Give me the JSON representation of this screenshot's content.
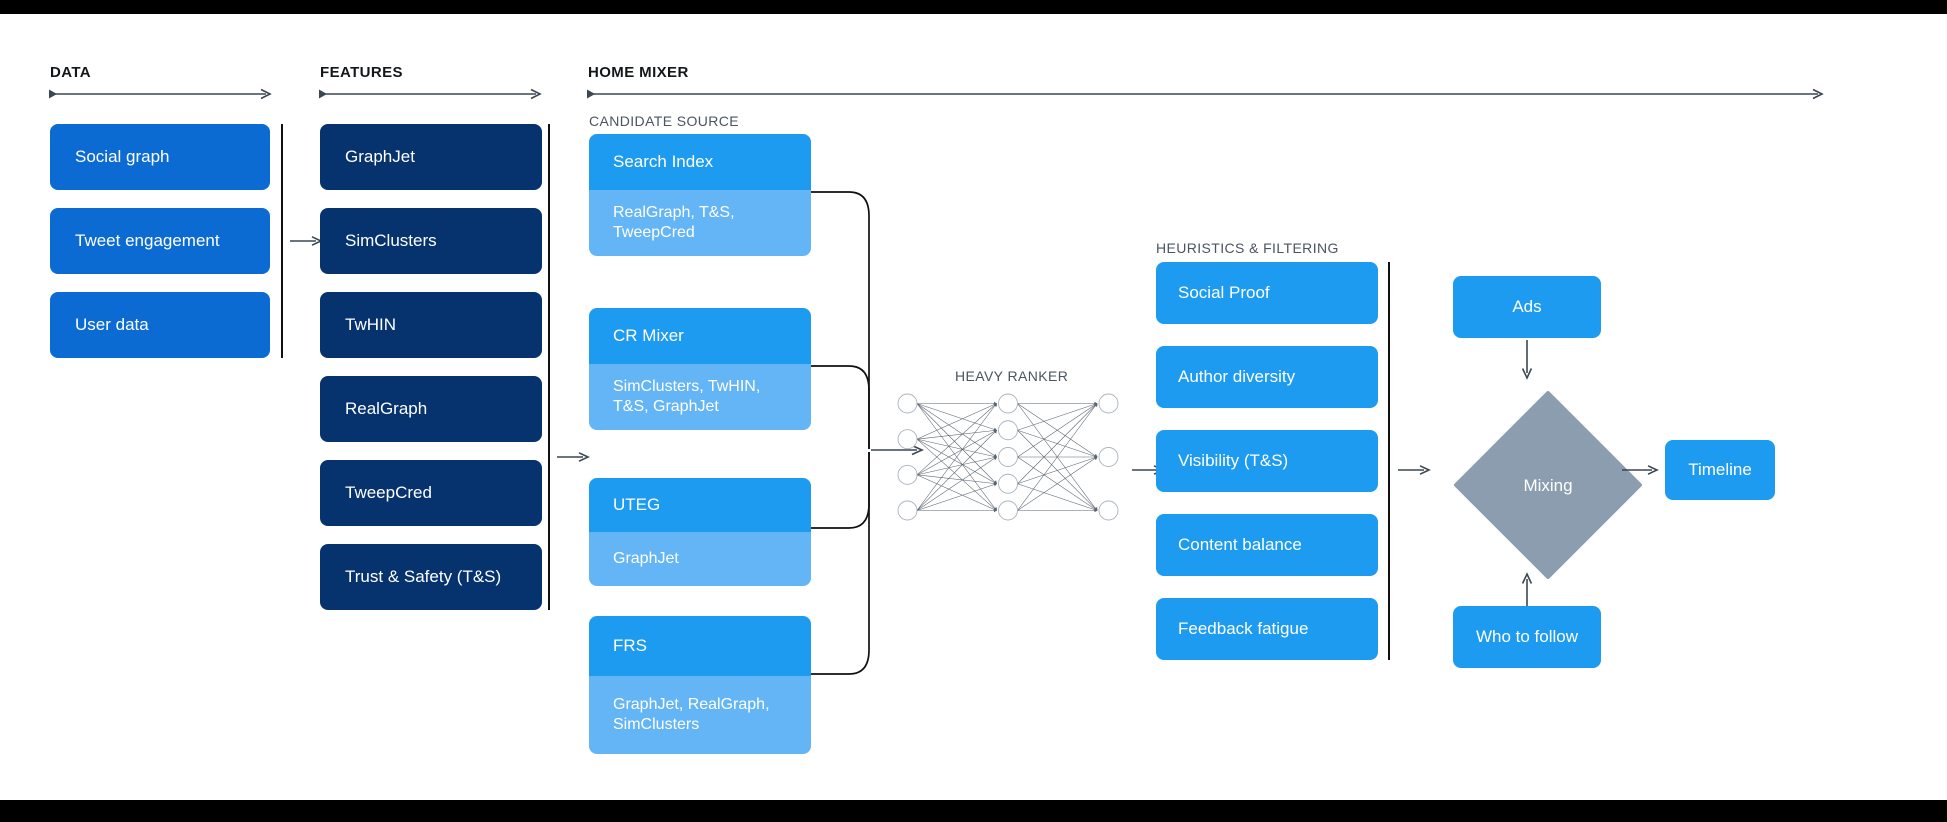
{
  "sections": {
    "data": {
      "title": "DATA"
    },
    "features": {
      "title": "FEATURES"
    },
    "home_mixer": {
      "title": "HOME MIXER"
    },
    "candidate_source": {
      "title": "CANDIDATE SOURCE"
    },
    "heavy_ranker": {
      "title": "HEAVY RANKER"
    },
    "heuristics": {
      "title": "HEURISTICS & FILTERING"
    }
  },
  "data_boxes": [
    {
      "label": "Social graph"
    },
    {
      "label": "Tweet engagement"
    },
    {
      "label": "User data"
    }
  ],
  "feature_boxes": [
    {
      "label": "GraphJet"
    },
    {
      "label": "SimClusters"
    },
    {
      "label": "TwHIN"
    },
    {
      "label": "RealGraph"
    },
    {
      "label": "TweepCred"
    },
    {
      "label": "Trust & Safety (T&S)"
    }
  ],
  "candidate_sources": [
    {
      "name": "Search Index",
      "features": "RealGraph, T&S,\nTweepCred"
    },
    {
      "name": "CR Mixer",
      "features": "SimClusters, TwHIN,\nT&S, GraphJet"
    },
    {
      "name": "UTEG",
      "features": "GraphJet"
    },
    {
      "name": "FRS",
      "features": "GraphJet, RealGraph,\nSimClusters"
    }
  ],
  "heuristic_boxes": [
    {
      "label": "Social Proof"
    },
    {
      "label": "Author diversity"
    },
    {
      "label": "Visibility (T&S)"
    },
    {
      "label": "Content balance"
    },
    {
      "label": "Feedback fatigue"
    }
  ],
  "outputs": {
    "ads": "Ads",
    "who_to_follow": "Who to follow",
    "mixing": "Mixing",
    "timeline": "Timeline"
  },
  "neural_net": {
    "layers": [
      4,
      5,
      3
    ],
    "node_fill": "#ffffff",
    "node_stroke": "#aab4be",
    "edge_stroke": "#5a6570"
  },
  "colors": {
    "data_blue": "#0b6bd3",
    "feature_navy": "#06326e",
    "candidate_head": "#1d9bf0",
    "candidate_body": "#64b5f6",
    "heuristic_blue": "#1d9bf0",
    "diamond_gray": "#8b9dae",
    "rule_black": "#111111",
    "background": "#ffffff",
    "letterbox": "#000000"
  }
}
